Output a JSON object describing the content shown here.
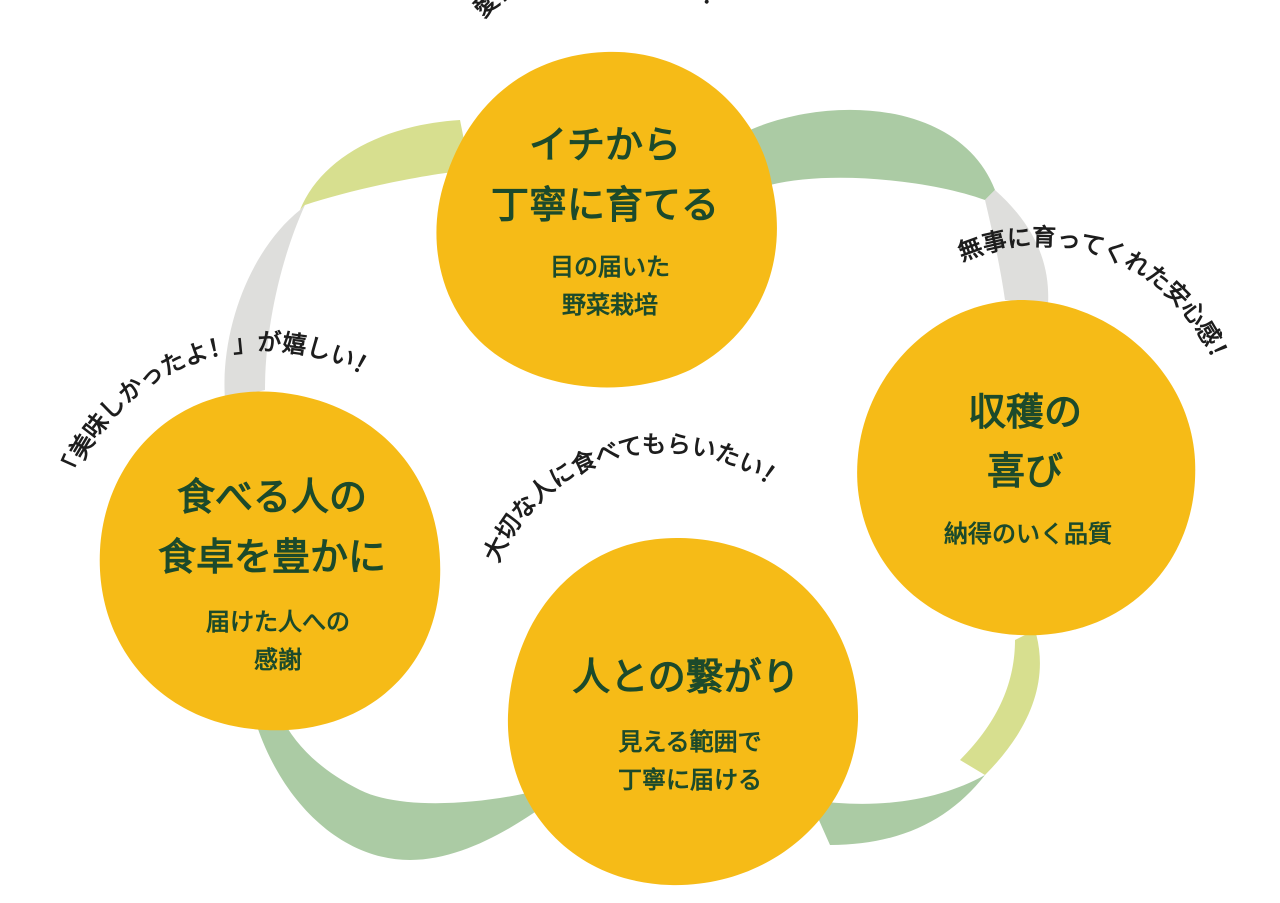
{
  "colors": {
    "circle_fill": "#f6bb17",
    "title_text": "#1c4a2b",
    "arc_text": "#1d1d1d",
    "ribbon_green": "#abcba4",
    "ribbon_lime": "#d7df8f",
    "ribbon_gray": "#dededc"
  },
  "nodes": {
    "top": {
      "title_line1": "イチから",
      "title_line2": "丁寧に育てる",
      "sub_line1": "目の届いた",
      "sub_line2": "野菜栽培",
      "arc_caption": "愛情たっぷりに育てる！"
    },
    "right": {
      "title_line1": "収穫の",
      "title_line2": "喜び",
      "sub_line1": "納得のいく品質",
      "arc_caption": "無事に育ってくれた安心感！"
    },
    "bottom": {
      "title_line1": "人との繋がり",
      "sub_line1": "見える範囲で",
      "sub_line2": "丁寧に届ける",
      "arc_caption": "大切な人に食べてもらいたい！"
    },
    "left": {
      "title_line1": "食べる人の",
      "title_line2": "食卓を豊かに",
      "sub_line1": "届けた人への",
      "sub_line2": "感謝",
      "arc_caption": "「美味しかったよ！」が嬉しい！"
    }
  }
}
